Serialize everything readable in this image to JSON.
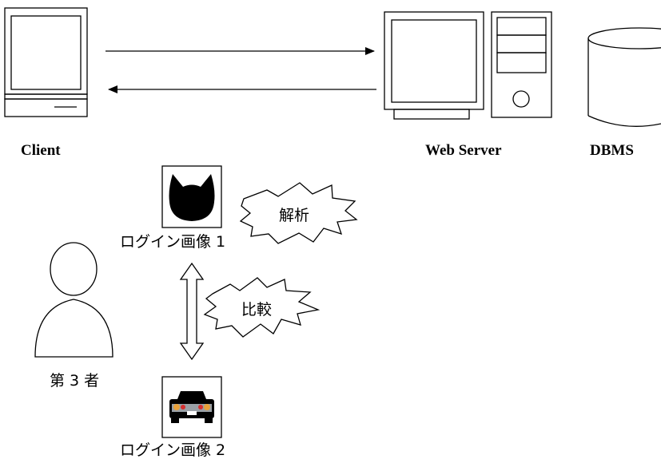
{
  "labels": {
    "client": "Client",
    "web_server": "Web Server",
    "dbms": "DBMS",
    "login_image_1": "ログイン画像 1",
    "login_image_2": "ログイン画像 2",
    "third_party": "第 3 者",
    "analysis": "解析",
    "compare": "比較"
  },
  "icons": {
    "client": "computer-monitor-icon",
    "server": "tower-server-icon",
    "dbms": "database-cylinder-icon",
    "cat": "cat-head-icon",
    "car": "car-rear-icon",
    "person": "person-silhouette-icon"
  }
}
